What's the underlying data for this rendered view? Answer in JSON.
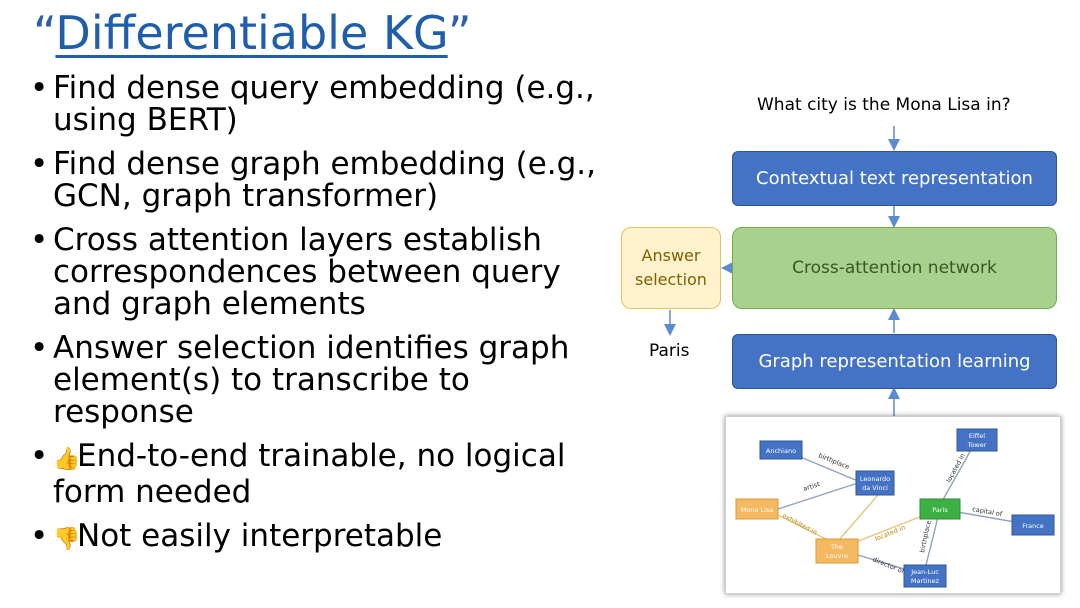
{
  "slide": {
    "title_open_quote": "“",
    "title_text": "Differentiable KG",
    "title_close_quote": "”",
    "bullets": [
      {
        "text": "Find dense query embedding (e.g., using BERT)"
      },
      {
        "text": "Find dense graph embedding (e.g., GCN, graph transformer)"
      },
      {
        "text": "Cross attention layers establish correspondences between query and graph elements"
      },
      {
        "text": "Answer selection identifies graph element(s) to transcribe to response"
      },
      {
        "icon": "👍",
        "text": "End-to-end trainable, no logical form needed"
      },
      {
        "icon": "👎",
        "text": "Not easily interpretable"
      }
    ]
  },
  "diagram": {
    "question": "What city is the Mona Lisa in?",
    "contextual_box": "Contextual text representation",
    "cross_attention_box": "Cross-attention network",
    "graph_learning_box": "Graph representation learning",
    "answer_box_line1": "Answer",
    "answer_box_line2": "selection",
    "answer_output": "Paris"
  },
  "knowledge_graph": {
    "nodes": {
      "anchiano": "Anchiano",
      "leonardo_line1": "Leonardo",
      "leonardo_line2": "da Vinci",
      "mona_lisa": "Mona Lisa",
      "louvre_line1": "The",
      "louvre_line2": "Louvre",
      "paris": "Paris",
      "eiffel_line1": "Eiffel",
      "eiffel_line2": "Tower",
      "france": "France",
      "jeanluc_line1": "Jean-Luc",
      "jeanluc_line2": "Martinez"
    },
    "edges": {
      "birthplace_1": "birthplace",
      "artist": "artist",
      "exhibited_in": "exhibited in",
      "located_in_1": "located in",
      "located_in_2": "located in",
      "capital_of": "capital of",
      "birthplace_2": "birthplace",
      "director_of": "director of"
    }
  },
  "colors": {
    "title": "#1F5EAD",
    "blue_box": "#4472C4",
    "green_box": "#A9D18E",
    "yellow_box": "#FFF2CC",
    "kg_blue_node": "#4472C4",
    "kg_orange_node": "#F4B860",
    "kg_green_node": "#3CB043"
  }
}
